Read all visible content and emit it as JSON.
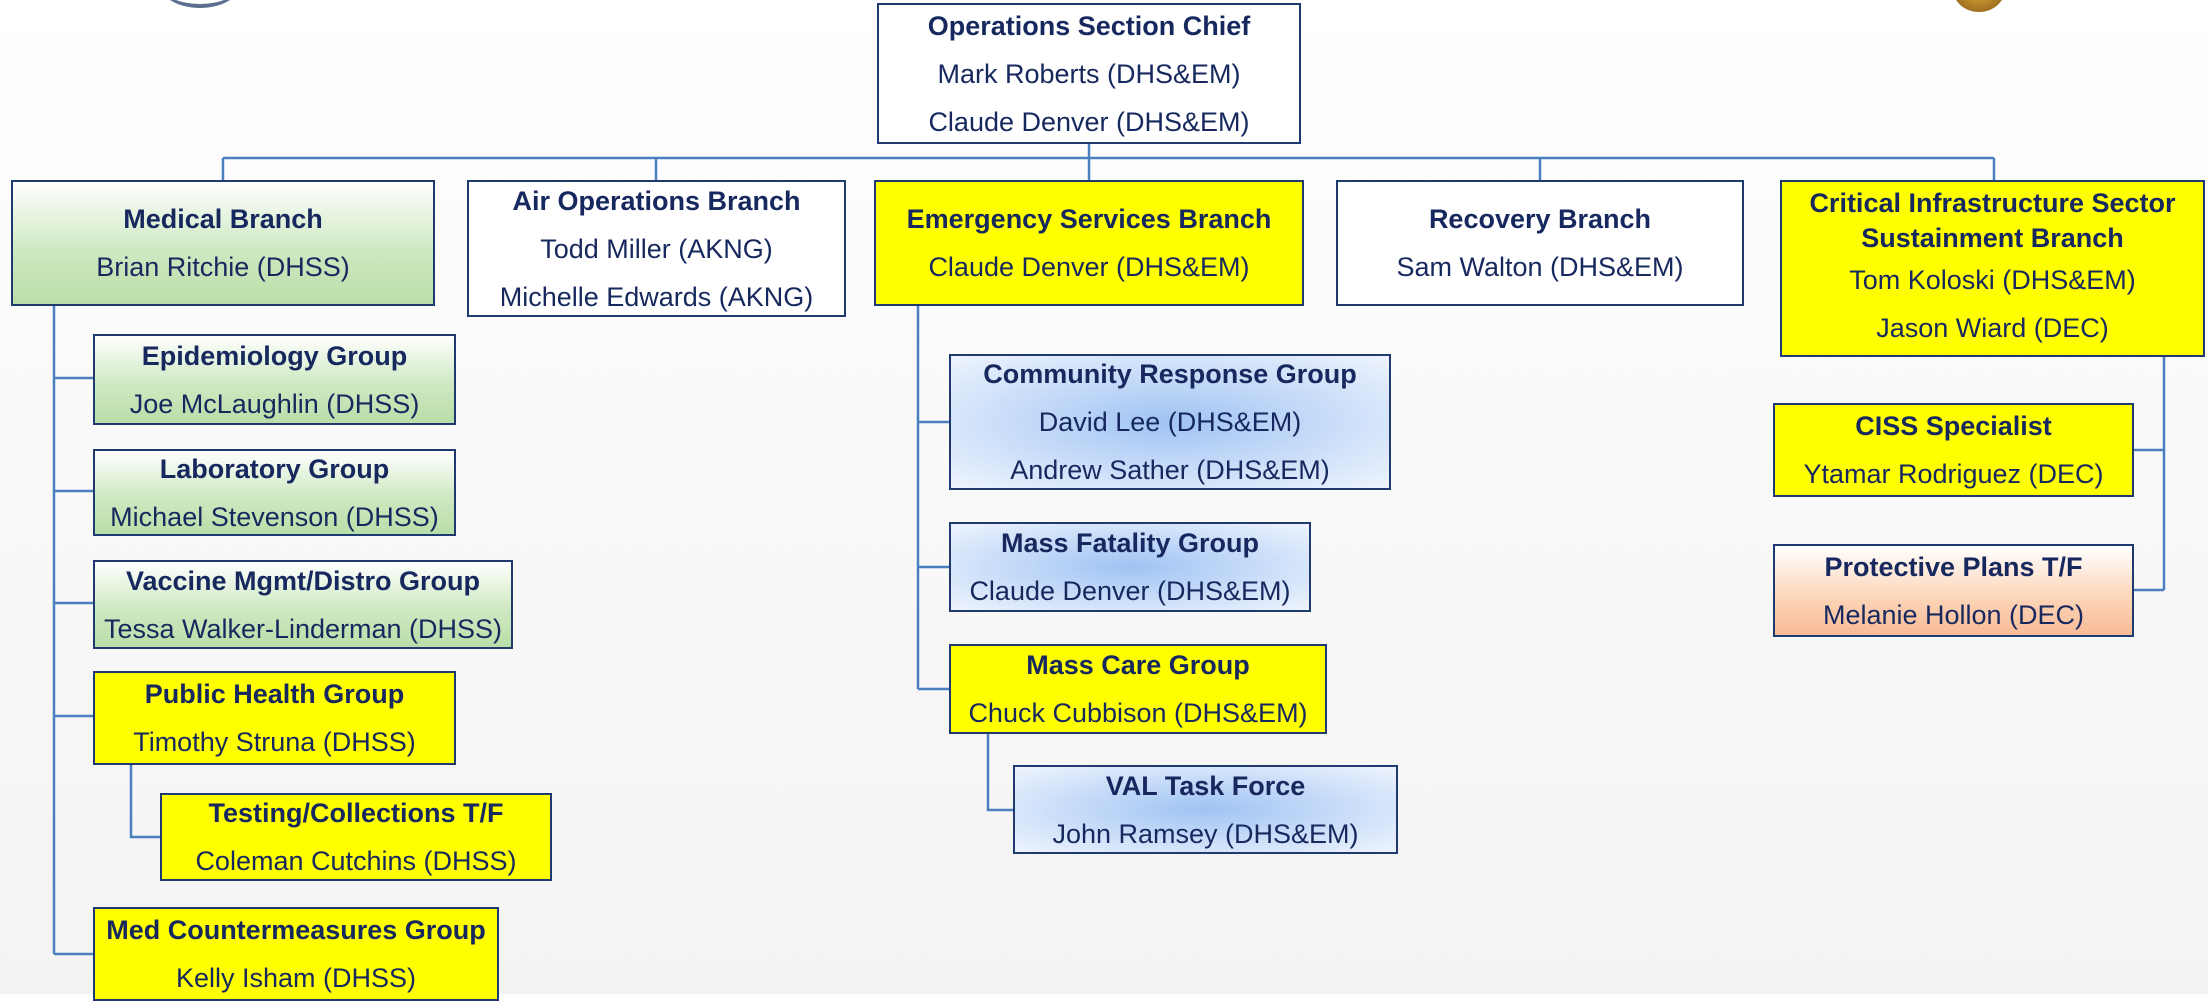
{
  "colors": {
    "connector": "#4a7fc0",
    "border": "#1f3a6e",
    "text": "#16285e",
    "yellow_fill": "#ffff00",
    "green_fill": "#cfe9c2",
    "blue_fill": "#b3d0f5",
    "peach_fill": "#fcd4b6"
  },
  "chief": {
    "title": "Operations Section Chief",
    "names": [
      "Mark Roberts (DHS&EM)",
      "Claude Denver (DHS&EM)"
    ]
  },
  "branches": {
    "medical": {
      "title": "Medical Branch",
      "names": [
        "Brian Ritchie (DHSS)"
      ]
    },
    "air": {
      "title": "Air Operations Branch",
      "names": [
        "Todd Miller (AKNG)",
        "Michelle Edwards (AKNG)"
      ]
    },
    "emergency": {
      "title": "Emergency Services Branch",
      "names": [
        "Claude Denver (DHS&EM)"
      ]
    },
    "recovery": {
      "title": "Recovery Branch",
      "names": [
        "Sam Walton (DHS&EM)"
      ]
    },
    "ciss": {
      "title": "Critical Infrastructure Sector Sustainment Branch",
      "names": [
        "Tom Koloski (DHS&EM)",
        "Jason Wiard (DEC)"
      ]
    }
  },
  "medical_groups": {
    "epidemiology": {
      "title": "Epidemiology Group",
      "names": [
        "Joe McLaughlin (DHSS)"
      ]
    },
    "laboratory": {
      "title": "Laboratory Group",
      "names": [
        "Michael Stevenson (DHSS)"
      ]
    },
    "vaccine": {
      "title": "Vaccine Mgmt/Distro Group",
      "names": [
        "Tessa Walker-Linderman (DHSS)"
      ]
    },
    "public_health": {
      "title": "Public Health Group",
      "names": [
        "Timothy Struna (DHSS)"
      ]
    },
    "testing": {
      "title": "Testing/Collections T/F",
      "names": [
        "Coleman Cutchins (DHSS)"
      ]
    },
    "countermeasures": {
      "title": "Med Countermeasures Group",
      "names": [
        "Kelly Isham (DHSS)"
      ]
    }
  },
  "emergency_groups": {
    "community": {
      "title": "Community Response Group",
      "names": [
        "David Lee (DHS&EM)",
        "Andrew Sather (DHS&EM)"
      ]
    },
    "fatality": {
      "title": "Mass Fatality Group",
      "names": [
        "Claude Denver (DHS&EM)"
      ]
    },
    "mass_care": {
      "title": "Mass Care Group",
      "names": [
        "Chuck Cubbison (DHS&EM)"
      ]
    },
    "val": {
      "title": "VAL Task Force",
      "names": [
        "John Ramsey (DHS&EM)"
      ]
    }
  },
  "ciss_units": {
    "specialist": {
      "title": "CISS Specialist",
      "names": [
        "Ytamar Rodriguez (DEC)"
      ]
    },
    "protective": {
      "title": "Protective Plans T/F",
      "names": [
        "Melanie Hollon (DEC)"
      ]
    }
  }
}
